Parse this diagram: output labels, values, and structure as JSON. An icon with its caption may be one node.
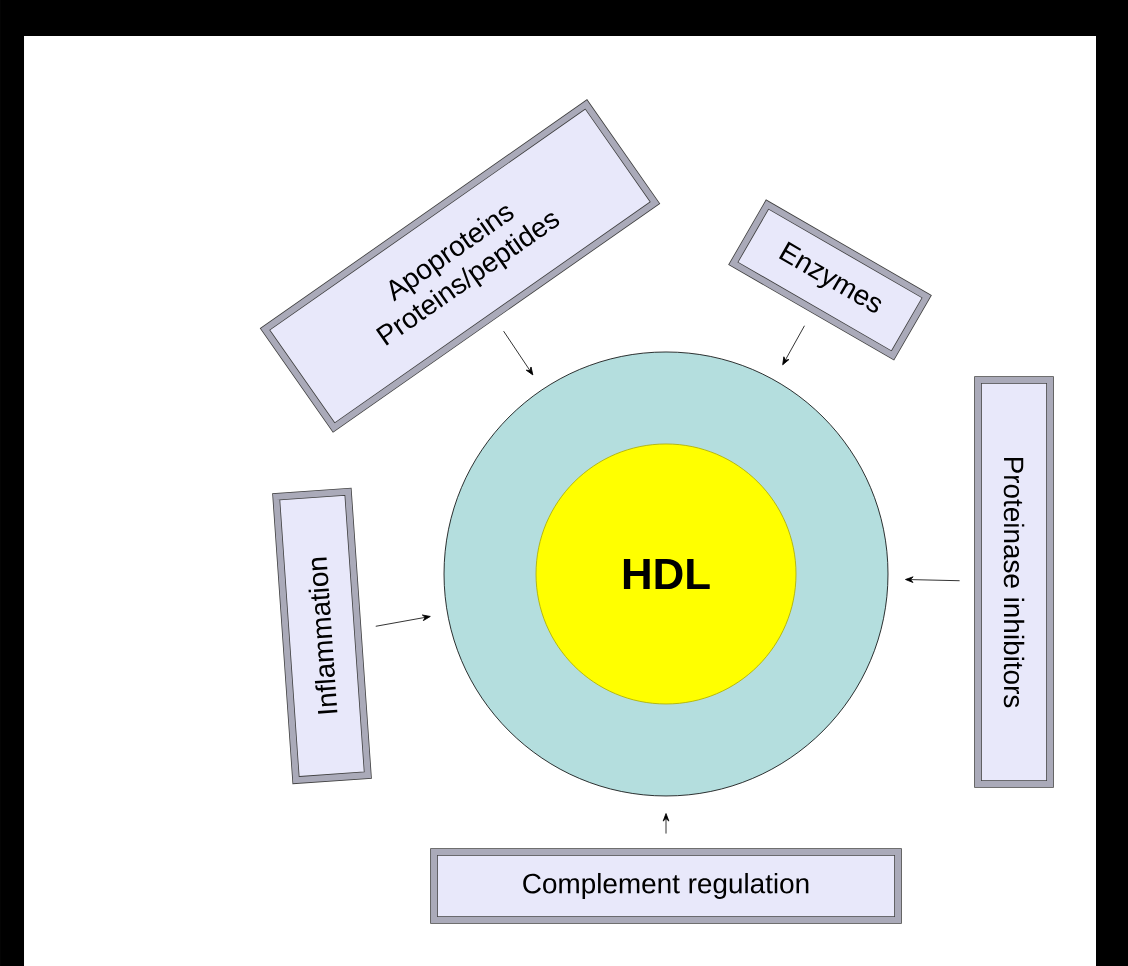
{
  "diagram": {
    "nodes": [
      {
        "text": [],
        "shape": "circle"
      },
      {
        "text": [
          "HDL"
        ],
        "in": 0
      },
      {
        "text": [
          "Apoproteins Proteins/peptides"
        ]
      },
      {
        "text": [
          "Enzymes"
        ]
      },
      {
        "text": [
          "Proteinase inhibitors"
        ]
      },
      {
        "text": [
          "Complement regulation"
        ]
      },
      {
        "text": [
          "Inflammation"
        ]
      }
    ],
    "edges": [
      {
        "from": 2,
        "to": 0,
        "arrow": "to"
      },
      {
        "from": 3,
        "to": 0,
        "arrow": "to"
      },
      {
        "from": 4,
        "to": 0,
        "arrow": "to"
      },
      {
        "from": 5,
        "to": 0,
        "arrow": "to"
      },
      {
        "from": 6,
        "to": 0,
        "arrow": "to"
      }
    ]
  }
}
